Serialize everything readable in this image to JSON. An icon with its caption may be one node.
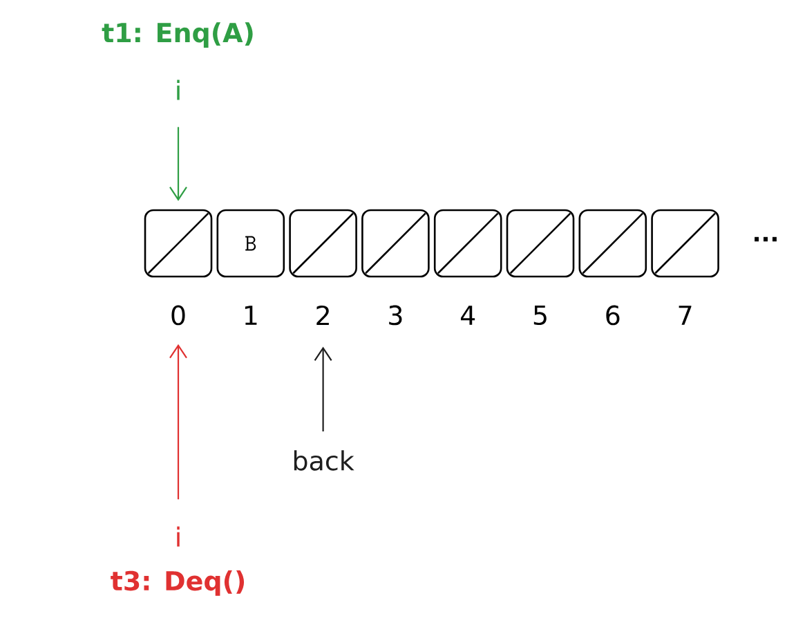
{
  "diagram": {
    "nodes": [
      {
        "text": [],
        "shape": "box"
      },
      {
        "text": [
          "B"
        ]
      },
      {
        "text": [],
        "shape": "box"
      },
      {
        "text": [],
        "shape": "box"
      },
      {
        "text": [],
        "shape": "box"
      },
      {
        "text": [],
        "shape": "box"
      },
      {
        "text": [],
        "shape": "box"
      },
      {
        "text": [],
        "shape": "box"
      },
      {
        "text": [
          "0"
        ]
      },
      {
        "text": [
          "1"
        ]
      },
      {
        "text": [
          "2"
        ]
      },
      {
        "text": [
          "3"
        ]
      },
      {
        "text": [
          "4"
        ]
      },
      {
        "text": [
          "5"
        ]
      },
      {
        "text": [
          "6"
        ]
      },
      {
        "text": [
          "7"
        ]
      },
      {
        "text": [
          "i"
        ],
        "beside": [
          "t1: Enq(A)"
        ]
      },
      {
        "text": [
          "back"
        ]
      },
      {
        "text": [
          "i"
        ],
        "beside": [
          "t3: Deq()"
        ]
      }
    ],
    "edges": [
      {
        "from": 16,
        "to": 0,
        "arrow": "to",
        "color": "#2f9e44"
      },
      {
        "from": 17,
        "to": 10,
        "arrow": "to",
        "color": "#1e1e1e"
      },
      {
        "from": 18,
        "to": 8,
        "arrow": "to",
        "color": "#e03131"
      }
    ],
    "labels": [
      "..."
    ]
  }
}
